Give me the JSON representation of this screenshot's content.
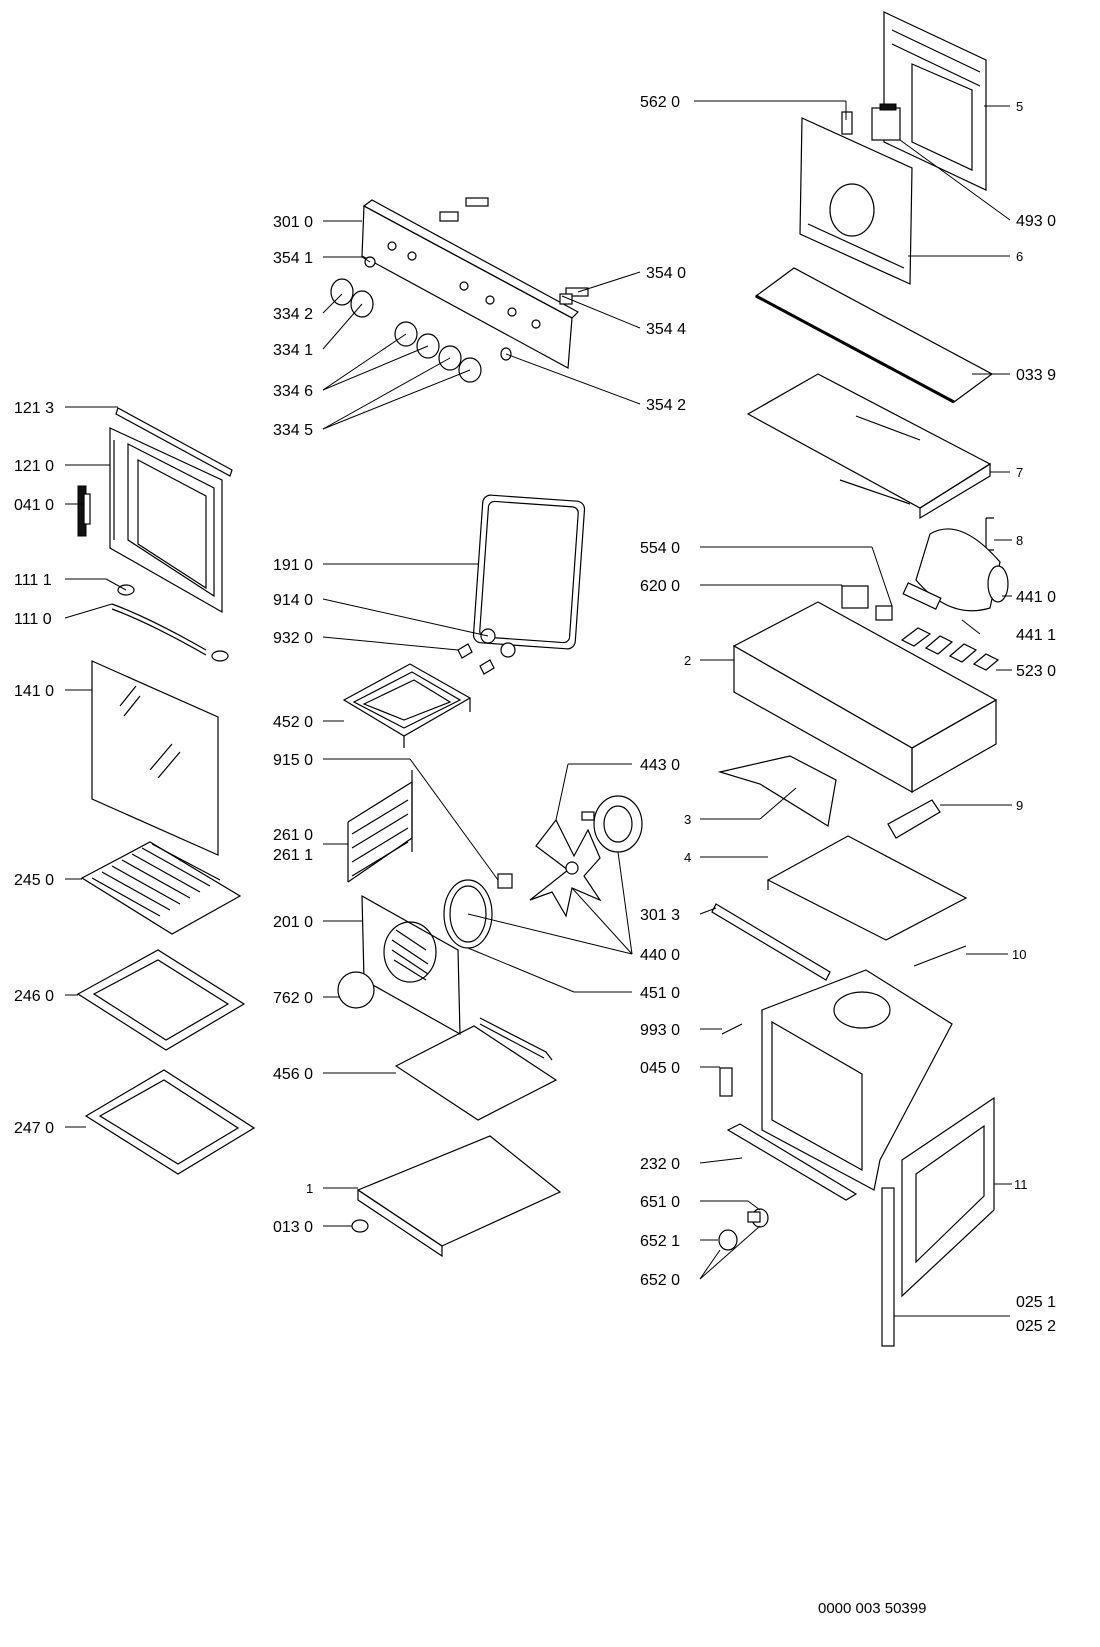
{
  "labels": {
    "l5620": "562 0",
    "l3010": "301 0",
    "l3541": "354 1",
    "l3342": "334 2",
    "l3341": "334 1",
    "l3346": "334 6",
    "l3345": "334 5",
    "l3540": "354 0",
    "l3544": "354 4",
    "l3542": "354 2",
    "l5": "5",
    "l4930": "493 0",
    "l6": "6",
    "l0339": "033 9",
    "l7": "7",
    "l8": "8",
    "l1213": "121 3",
    "l1210": "121 0",
    "l0410": "041 0",
    "l1111": "111 1",
    "l1110": "111 0",
    "l1410": "141 0",
    "l2450": "245 0",
    "l2460": "246 0",
    "l2470": "247 0",
    "l1910": "191 0",
    "l9140": "914 0",
    "l9320": "932 0",
    "l4520": "452 0",
    "l9150": "915 0",
    "l2610": "261 0",
    "l2611": "261 1",
    "l2010": "201 0",
    "l7620": "762 0",
    "l4560": "456 0",
    "l1": "1",
    "l0130": "013 0",
    "l4430": "443 0",
    "l4400": "440 0",
    "l4510": "451 0",
    "l5540": "554 0",
    "l6200": "620 0",
    "l4410": "441 0",
    "l4411": "441 1",
    "l2": "2",
    "l5230": "523 0",
    "l3": "3",
    "l9": "9",
    "l4": "4",
    "l3013": "301 3",
    "l10": "10",
    "l9930": "993 0",
    "l0450": "045 0",
    "l2320": "232 0",
    "l6510": "651 0",
    "l6521": "652 1",
    "l6520": "652 0",
    "l11": "11",
    "l0251": "025 1",
    "l0252": "025 2"
  },
  "reference": "0000 003 50399"
}
